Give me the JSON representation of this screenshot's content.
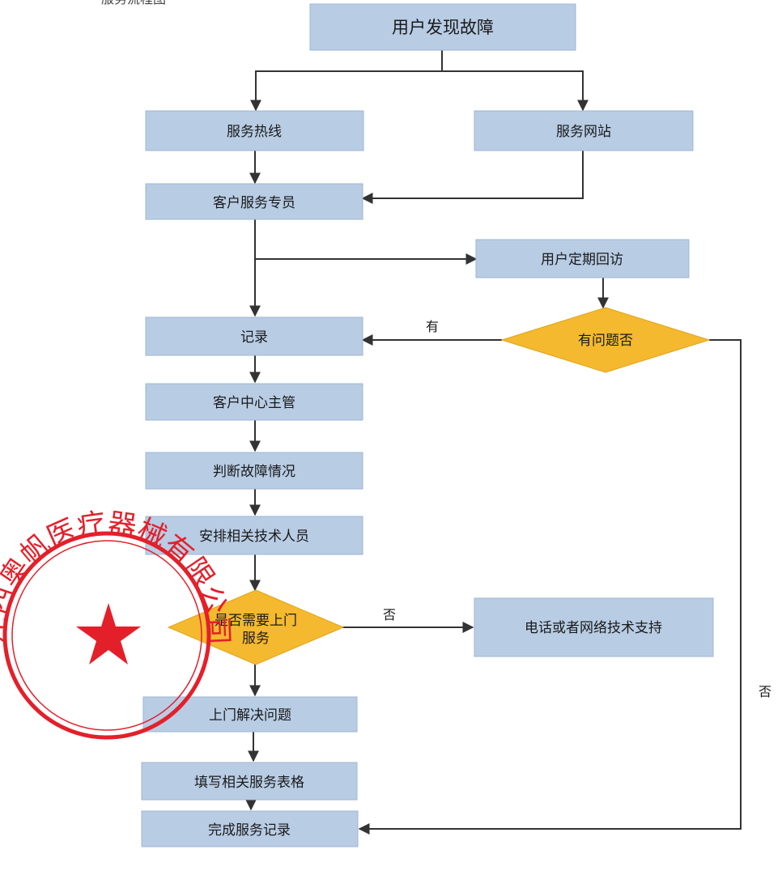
{
  "header_partial": "服务流程图",
  "nodes": {
    "user_finds_fault": "用户发现故障",
    "service_hotline": "服务热线",
    "service_website": "服务网站",
    "customer_service_specialist": "客户服务专员",
    "regular_followup": "用户定期回访",
    "any_problem": "有问题否",
    "record": "记录",
    "customer_center_manager": "客户中心主管",
    "judge_fault": "判断故障情况",
    "arrange_technicians": "安排相关技术人员",
    "need_onsite_line1": "是否需要上门",
    "need_onsite_line2": "服务",
    "phone_or_network_support": "电话或者网络技术支持",
    "onsite_solve": "上门解决问题",
    "fill_forms": "填写相关服务表格",
    "complete_record": "完成服务记录"
  },
  "edge_labels": {
    "has_problem_yes": "有",
    "has_problem_no": "否",
    "onsite_no": "否"
  },
  "seal": {
    "text": "江西奥帆医疗器械有限公司",
    "color": "#e3202a"
  },
  "colors": {
    "process_box": "#b8cce4",
    "decision": "#f4b92e",
    "connector": "#333333"
  }
}
